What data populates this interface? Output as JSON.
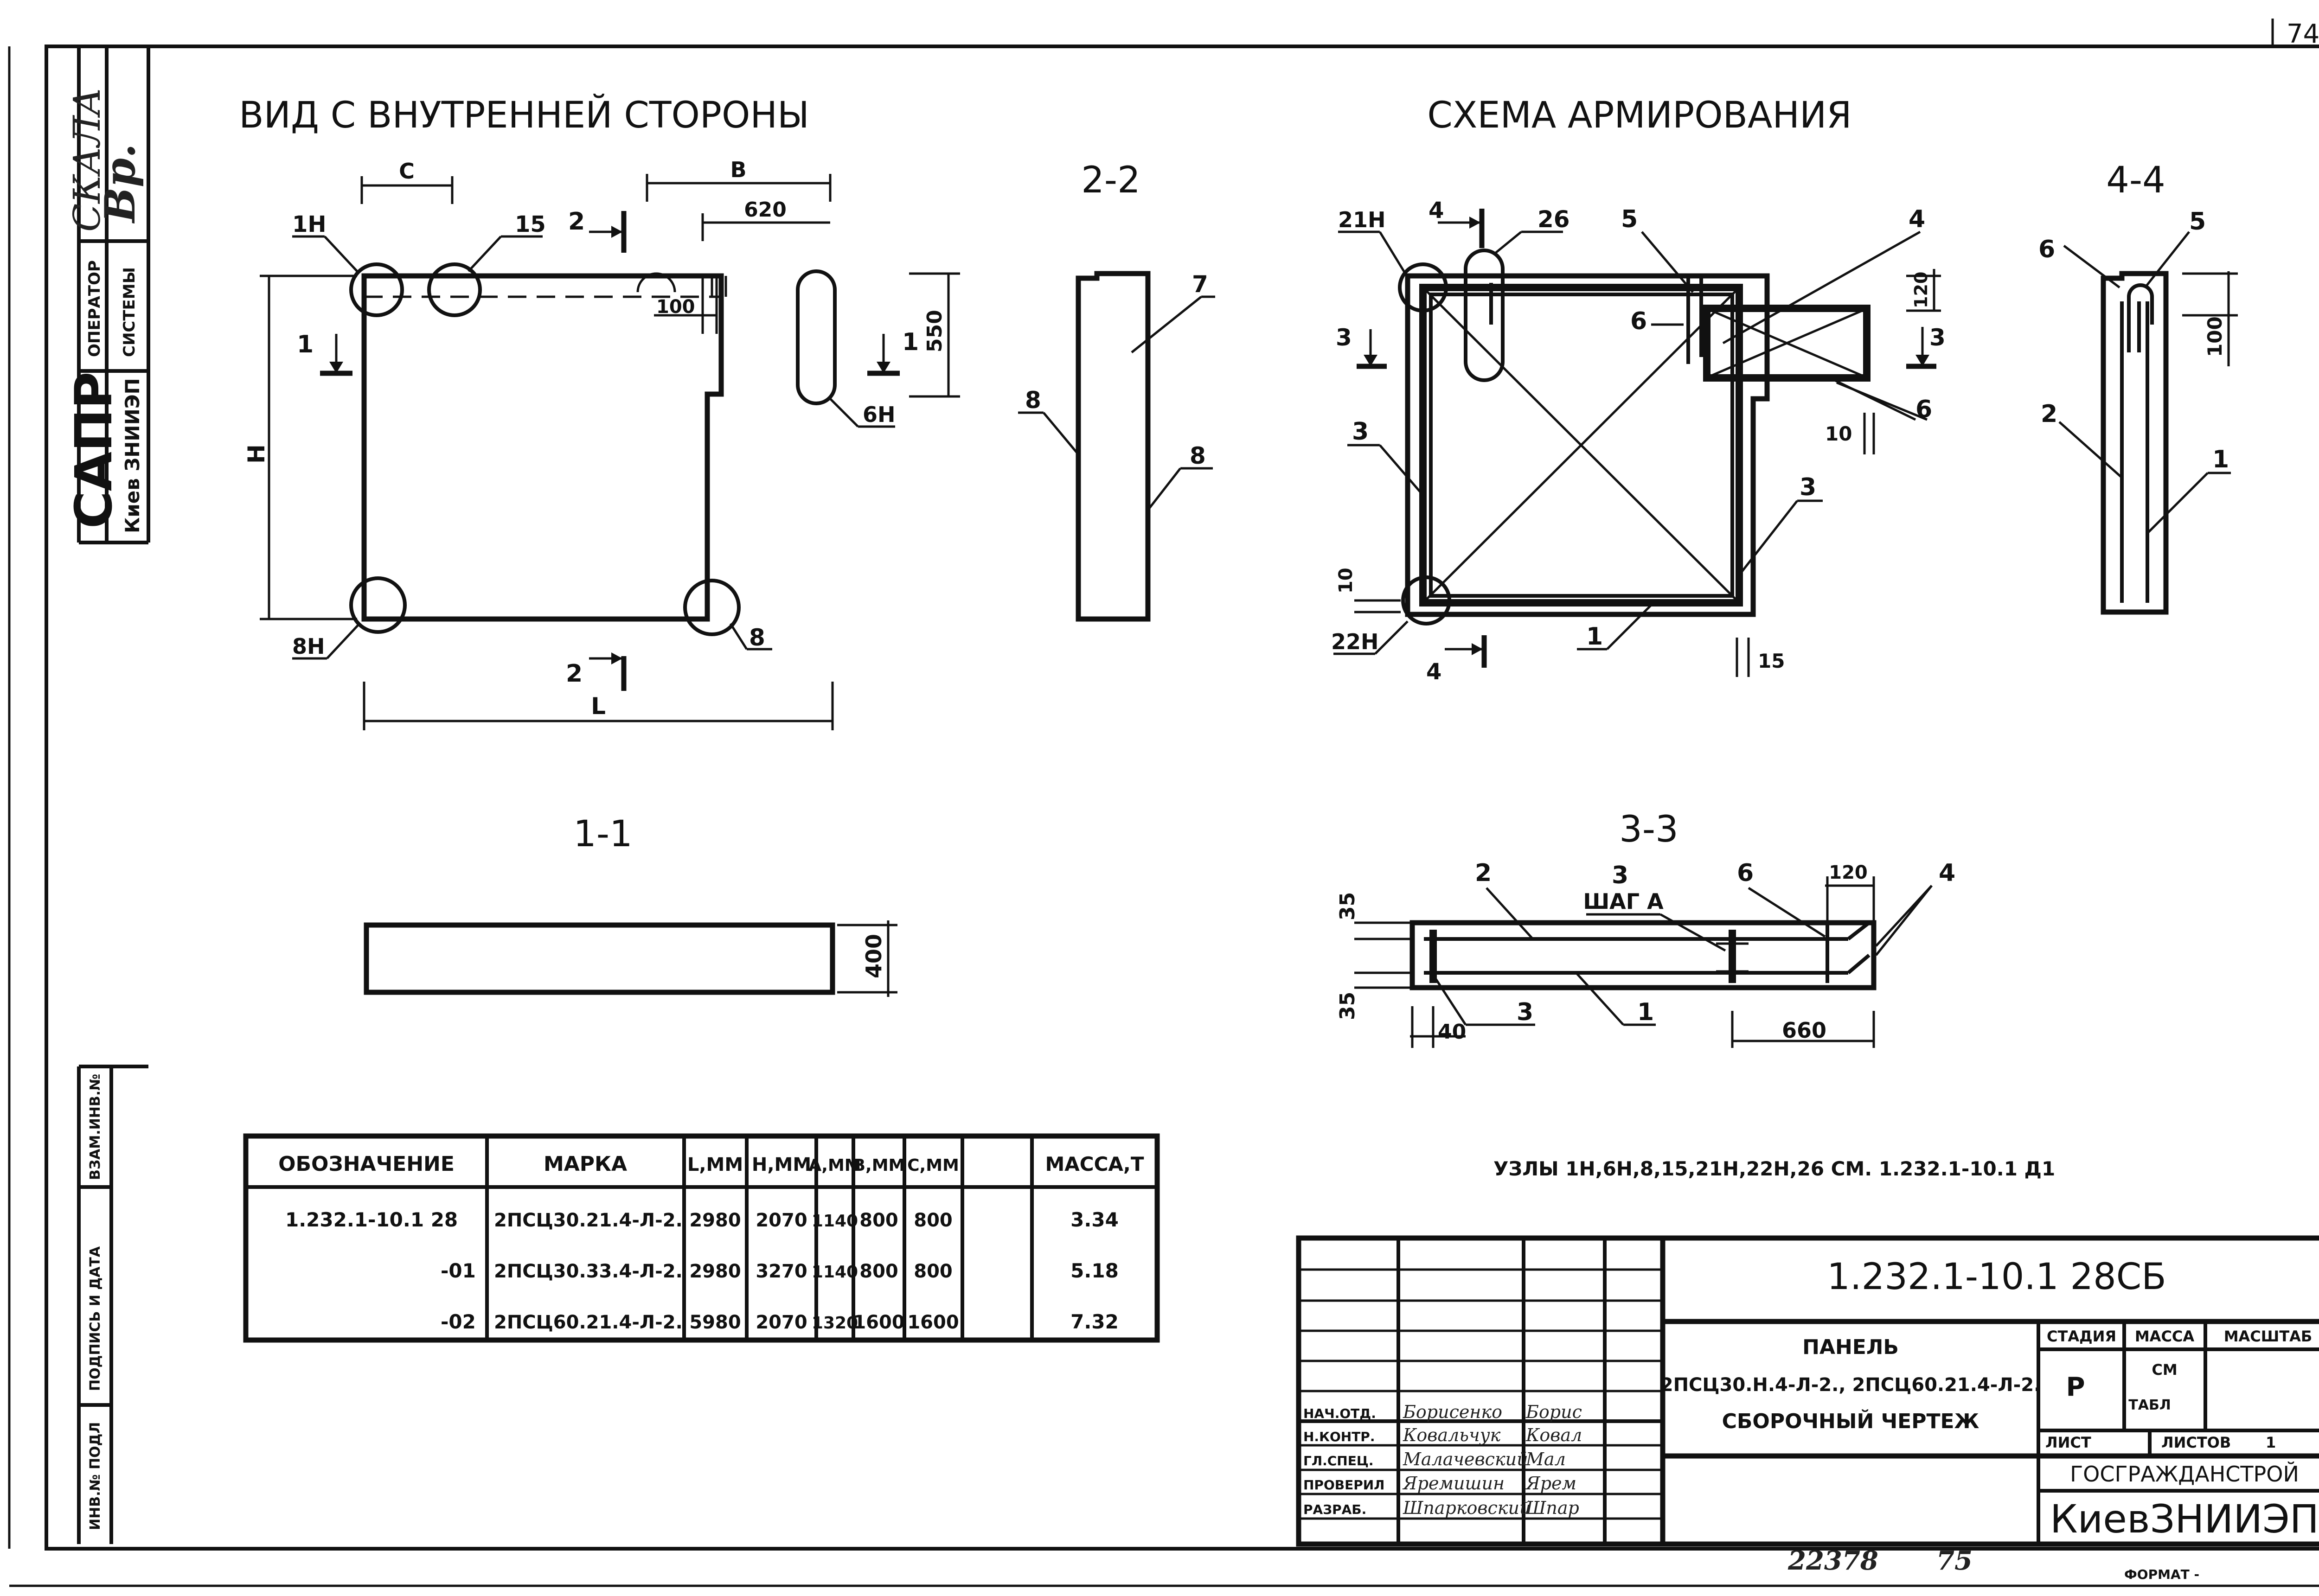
{
  "page_number": "74",
  "left_strip": {
    "signature_top_label": "СКАЛА",
    "signature_top_hand": "Вр.",
    "operator_label": "ОПЕРАТОР",
    "system_label": "СИСТЕМЫ",
    "sapr_label": "САПР",
    "kiev_label": "Киев ЗНИИЭП",
    "vzam_label": "ВЗАМ.ИНВ.№",
    "podp_label": "ПОДПИСЬ И ДАТА",
    "inv_label": "ИНВ.№ ПОДЛ"
  },
  "view_inner": {
    "title": "ВИД С ВНУТРЕННЕЙ СТОРОНЫ",
    "labels": {
      "c": "С",
      "b": "В",
      "dim620": "620",
      "dim100": "100",
      "dim550": "550",
      "h": "Н",
      "l": "L",
      "n1h": "1Н",
      "n15": "15",
      "n6h": "6Н",
      "n8h": "8Н",
      "n8": "8",
      "s1a": "1",
      "s1b": "1",
      "s2a": "2",
      "s2b": "2"
    }
  },
  "section_22": {
    "title": "2-2",
    "l7": "7",
    "l8a": "8",
    "l8b": "8"
  },
  "section_11": {
    "title": "1-1",
    "dim400": "400"
  },
  "schema": {
    "title": "СХЕМА АРМИРОВАНИЯ",
    "labels": {
      "n21h": "21Н",
      "n22h": "22Н",
      "n26": "26",
      "n5": "5",
      "n4": "4",
      "n6a": "6",
      "n6b": "6",
      "n3a": "3",
      "n3b": "3",
      "n1": "1",
      "s3a": "3",
      "s3b": "3",
      "s4a": "4",
      "s4b": "4",
      "d120": "120",
      "d10a": "10",
      "d10b": "10",
      "d15": "15"
    }
  },
  "section_44": {
    "title": "4-4",
    "l6": "6",
    "l5": "5",
    "l2": "2",
    "l1": "1",
    "d100": "100"
  },
  "section_33": {
    "title": "3-3",
    "step": "ШАГ А",
    "l2": "2",
    "l3a": "3",
    "l6": "6",
    "l120": "120",
    "l4": "4",
    "l3b": "3",
    "l1": "1",
    "d35a": "35",
    "d35b": "35",
    "d40": "40",
    "d660": "660"
  },
  "nodes_note": "УЗЛЫ 1Н,6Н,8,15,21Н,22Н,26 СМ. 1.232.1-10.1 Д1",
  "spec_table": {
    "headers": [
      "ОБОЗНАЧЕНИЕ",
      "МАРКА",
      "L,ММ",
      "Н,ММ",
      "А,ММ",
      "В,ММ",
      "С,ММ",
      "МАССА,Т"
    ],
    "rows": [
      [
        "1.232.1-10.1 28",
        "2ПСЦ30.21.4-Л-2.",
        "2980",
        "2070",
        "1140",
        "800",
        "800",
        "3.34"
      ],
      [
        "-01",
        "2ПСЦ30.33.4-Л-2.",
        "2980",
        "3270",
        "1140",
        "800",
        "800",
        "5.18"
      ],
      [
        "-02",
        "2ПСЦ60.21.4-Л-2.",
        "5980",
        "2070",
        "1320",
        "1600",
        "1600",
        "7.32"
      ]
    ]
  },
  "title_block": {
    "doc_code": "1.232.1-10.1  28СБ",
    "name_line1": "ПАНЕЛЬ",
    "name_line2": "2ПСЦ30.Н.4-Л-2., 2ПСЦ60.21.4-Л-2.",
    "name_line3": "СБОРОЧНЫЙ ЧЕРТЕЖ",
    "stage_h": "СТАДИЯ",
    "mass_h": "МАССА",
    "scale_h": "МАСШТАБ",
    "stage_v": "Р",
    "mass_v1": "СМ",
    "mass_v2": "ТАБЛ",
    "sheet_h": "ЛИСТ",
    "sheets_h": "ЛИСТОВ",
    "sheets_v": "1",
    "org1": "ГОСГРАЖДАНСТРОЙ",
    "org2": "КиевЗНИИЭП",
    "staff": [
      {
        "role": "НАЧ.ОТД.",
        "name": "Борисенко",
        "sign": "Борис"
      },
      {
        "role": "Н.КОНТР.",
        "name": "Ковальчук",
        "sign": "Ковал"
      },
      {
        "role": "ГЛ.СПЕЦ.",
        "name": "Малачевский",
        "sign": "Мал"
      },
      {
        "role": "ПРОВЕРИЛ",
        "name": "Яремишин",
        "sign": "Ярем"
      },
      {
        "role": "РАЗРАБ.",
        "name": "Шпарковский",
        "sign": "Шпар"
      }
    ]
  },
  "bottom": {
    "inv": "22378",
    "sheet": "75",
    "format": "ФОРМАТ -"
  }
}
